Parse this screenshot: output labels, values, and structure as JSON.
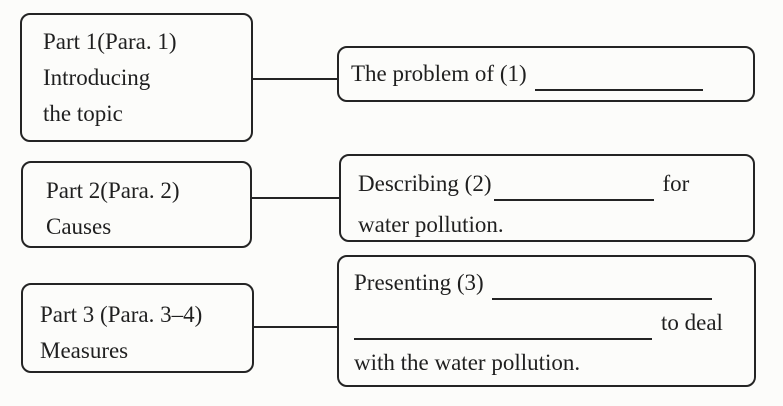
{
  "colors": {
    "ink": "#1f1f1f",
    "paper": "#fcfcfa"
  },
  "diagram": {
    "parts": [
      {
        "label_lines": [
          "Part 1(Para. 1)",
          "Introducing",
          "the topic"
        ],
        "desc": {
          "l1_before": "The problem of (1)"
        }
      },
      {
        "label_lines": [
          "Part 2(Para. 2)",
          "Causes"
        ],
        "desc": {
          "l1_before": "Describing (2)",
          "l1_after": "for",
          "l2": "water pollution."
        }
      },
      {
        "label_lines": [
          "Part 3 (Para. 3–4)",
          "Measures"
        ],
        "desc": {
          "l1_before": "Presenting (3)",
          "l2_after": "to deal",
          "l3": "with the water pollution."
        }
      }
    ]
  }
}
